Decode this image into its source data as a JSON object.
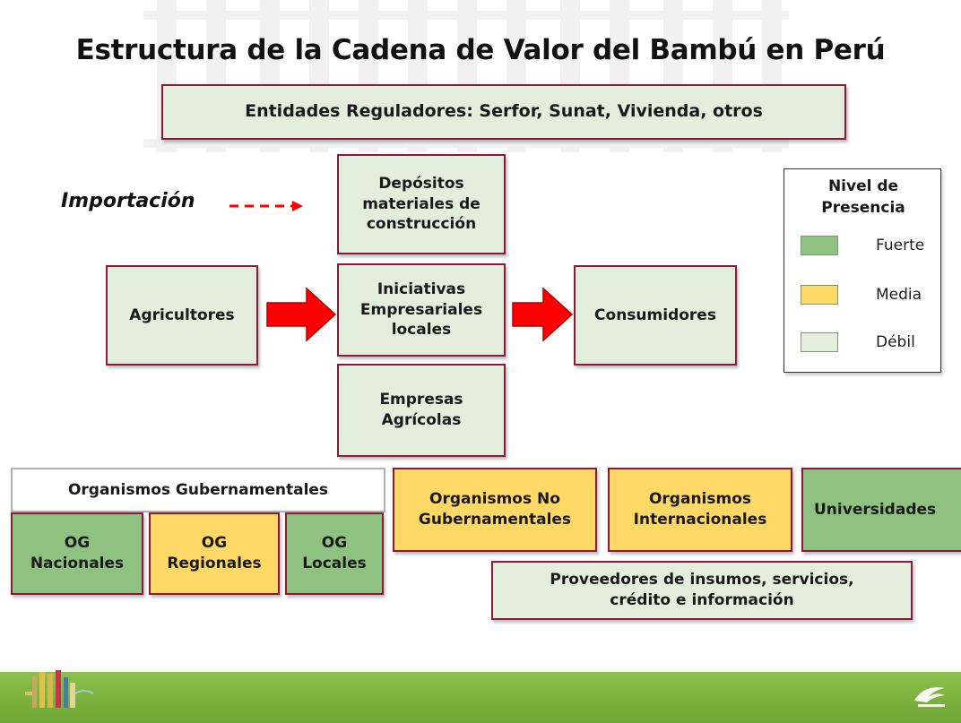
{
  "title": "Estructura de la Cadena de Valor del Bambú en Perú",
  "regulators": "Entidades Reguladores: Serfor, Sunat, Vivienda, otros",
  "importacion": "Importación",
  "depositos": "Depósitos\nmateriales de\nconstrucción",
  "agricultores": "Agricultores",
  "iniciativas": "Iniciativas\nEmpresariales\nlocales",
  "consumidores": "Consumidores",
  "empresas": "Empresas\nAgrícolas",
  "legend": {
    "title": "Nivel de\nPresencia",
    "items": [
      {
        "label": "Fuerte",
        "color": "#8fc281"
      },
      {
        "label": "Media",
        "color": "#ffd866"
      },
      {
        "label": "Débil",
        "color": "#e3eedc"
      }
    ]
  },
  "og_header": "Organismos Gubernamentales",
  "og_nacionales": "OG\nNacionales",
  "og_regionales": "OG\nRegionales",
  "og_locales": "OG\nLocales",
  "ong": "Organismos No\nGubernamentales",
  "oi": "Organismos\nInternacionales",
  "universidades": "Universidades",
  "proveedores": "Proveedores de insumos, servicios,\ncrédito e información",
  "colors": {
    "border": "#8b1a3a",
    "arrow": "#ff0000",
    "footer": "#7ab23f"
  }
}
